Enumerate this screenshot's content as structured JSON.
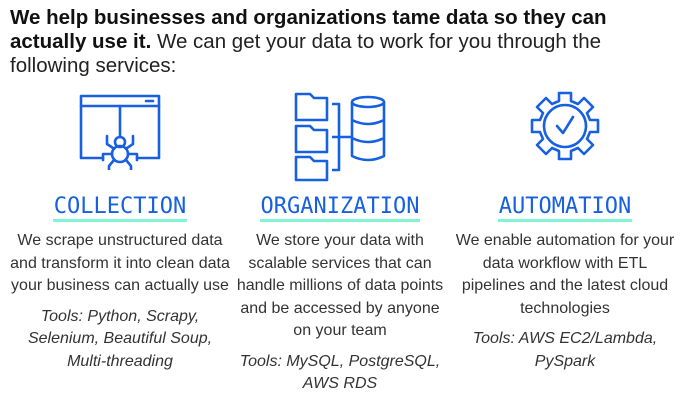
{
  "intro": {
    "bold": "We help businesses and organizations tame data so they can actually use it.",
    "rest": " We can get your data to work for you through the following services:"
  },
  "accent_color": "#1760e0",
  "underline_color": "#80f5d5",
  "services": [
    {
      "icon": "browser-spider-icon",
      "title": "COLLECTION",
      "desc": "We scrape unstructured data and transform it into clean data your business can actually use",
      "tools": "Tools: Python, Scrapy, Selenium, Beautiful Soup, Multi-threading"
    },
    {
      "icon": "folders-database-icon",
      "title": "ORGANIZATION",
      "desc": "We store your data with scalable services that can handle millions of data points and be accessed by anyone on your team",
      "tools": "Tools: MySQL, PostgreSQL, AWS RDS"
    },
    {
      "icon": "gear-check-icon",
      "title": "AUTOMATION",
      "desc": "We enable automation for your data workflow with ETL pipelines and the latest cloud technologies",
      "tools": "Tools: AWS EC2/Lambda, PySpark"
    }
  ]
}
